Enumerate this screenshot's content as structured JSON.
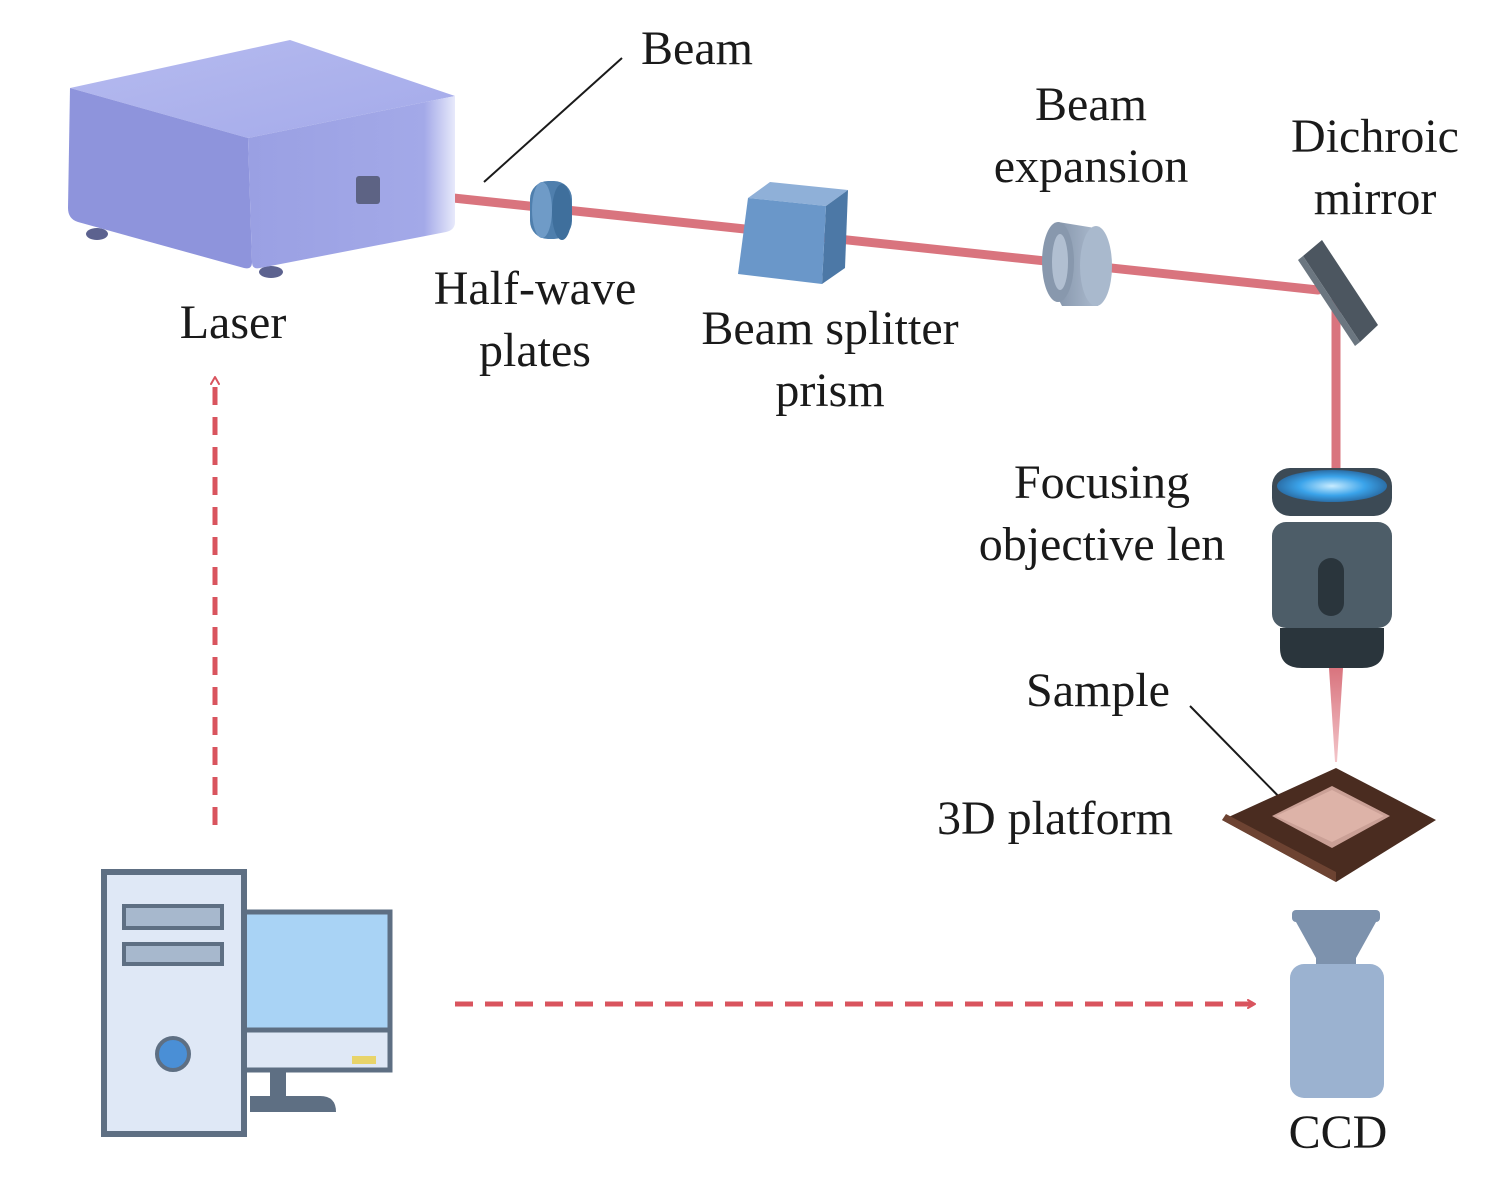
{
  "labels": {
    "beam": "Beam",
    "laser": "Laser",
    "half_wave": [
      "Half-wave",
      "plates"
    ],
    "beam_splitter": [
      "Beam splitter",
      "prism"
    ],
    "beam_expansion": [
      "Beam",
      "expansion"
    ],
    "dichroic": [
      "Dichroic",
      "mirror"
    ],
    "focusing": [
      "Focusing",
      "objective len"
    ],
    "sample": "Sample",
    "platform": "3D platform",
    "ccd": "CCD"
  },
  "icons": {
    "laser": "laser-device-icon",
    "half_wave": "half-wave-plate-icon",
    "prism": "beam-splitter-prism-icon",
    "expander": "beam-expander-icon",
    "mirror": "dichroic-mirror-icon",
    "objective": "objective-lens-icon",
    "platform": "3d-platform-icon",
    "ccd": "ccd-camera-icon",
    "computer": "computer-icon"
  },
  "colors": {
    "beam": "#d9747e",
    "arrow": "#d9545e",
    "laser_body": "#9aa0e3",
    "optic": "#6f8fb9",
    "objective": "#44535f",
    "platform": "#5a3527",
    "sample": "#d9a89e",
    "computer_fill": "#dfe8f6",
    "computer_stroke": "#5e6f83",
    "screen": "#a9d3f5",
    "ccd": "#9bb2d0"
  }
}
